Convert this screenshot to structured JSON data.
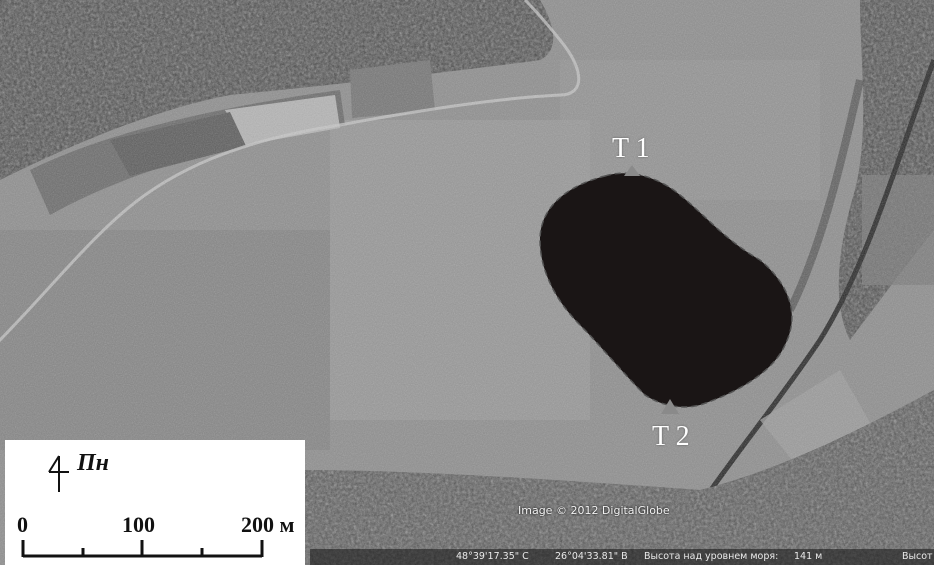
{
  "map": {
    "points": [
      {
        "id": "T1",
        "label": "T 1"
      },
      {
        "id": "T2",
        "label": "T 2"
      }
    ],
    "credit": "Image © 2012 DigitalGlobe",
    "status_bar": {
      "latitude": "48°39'17.35\" С",
      "longitude": "26°04'33.81\" В",
      "elevation_label": "Высота над уровнем моря:",
      "elevation_value": "141 м",
      "extra": "Высот"
    },
    "north_label": "Пн",
    "scale": {
      "ticks": [
        "0",
        "100",
        "200 м"
      ]
    },
    "colors": {
      "lake": "#1a1515",
      "marker": "#8a8a8a",
      "terrain_base": "#8c8c8c",
      "forest": "#3a3a3a"
    }
  }
}
